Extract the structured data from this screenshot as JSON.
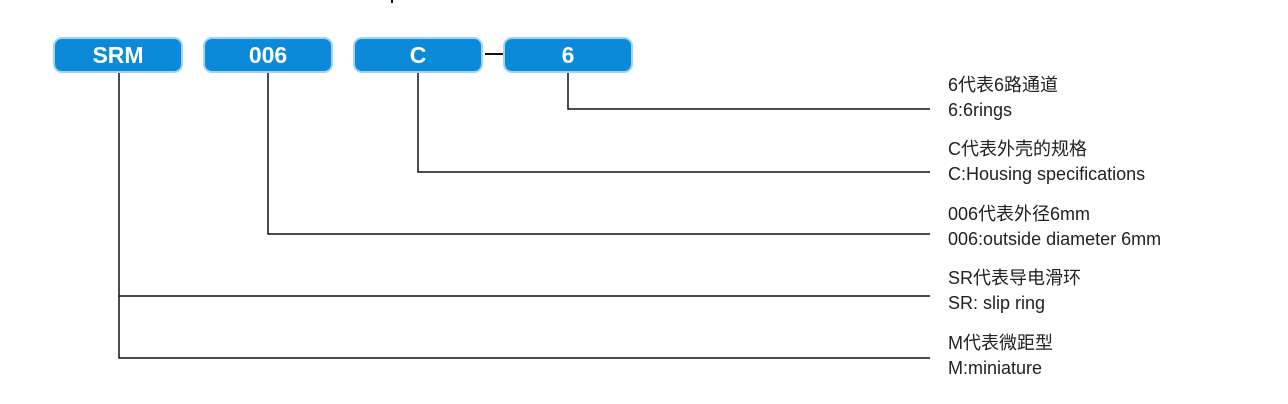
{
  "codes": [
    {
      "id": "srm",
      "text": "SRM"
    },
    {
      "id": "006",
      "text": "006"
    },
    {
      "id": "c",
      "text": "C"
    },
    {
      "id": "6",
      "text": "6"
    }
  ],
  "labels": [
    {
      "zh": "6代表6路通道",
      "en": "6:6rings"
    },
    {
      "zh": "C代表外壳的规格",
      "en": "C:Housing specifications"
    },
    {
      "zh": "006代表外径6mm",
      "en": "006:outside diameter 6mm"
    },
    {
      "zh": "SR代表导电滑环",
      "en": "SR: slip ring"
    },
    {
      "zh": "M代表微距型",
      "en": "M:miniature"
    }
  ],
  "colors": {
    "box_fill": "#0a8ad8",
    "box_border": "#a3d3f2",
    "line": "#111111"
  }
}
